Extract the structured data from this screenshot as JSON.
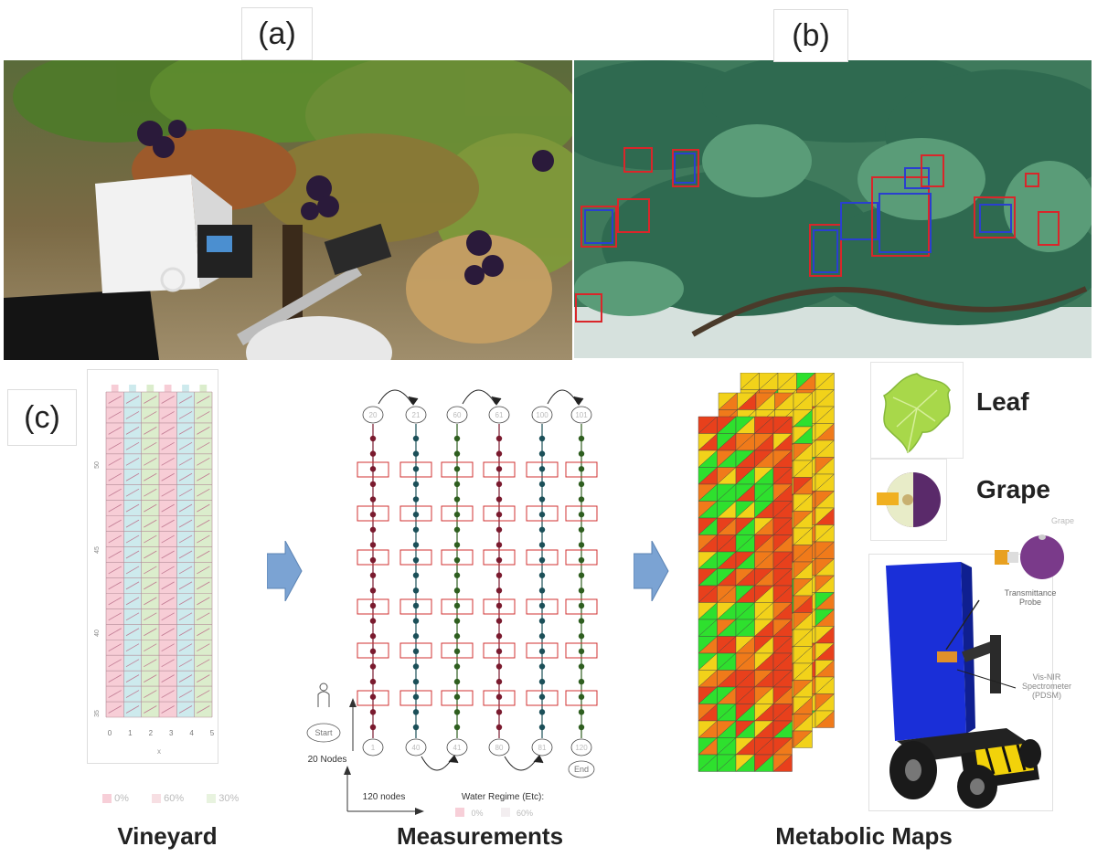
{
  "panels": {
    "a": "(a)",
    "b": "(b)",
    "c": "(c)"
  },
  "captions": {
    "vineyard": "Vineyard",
    "measurements": "Measurements",
    "metabolic": "Metabolic Maps"
  },
  "vineyard_plot": {
    "x_ticks": [
      "0",
      "1",
      "2",
      "3",
      "4",
      "5"
    ],
    "x_axis_label": "x",
    "y_ticks": [
      "50",
      "45",
      "40",
      "35"
    ],
    "legend": [
      "0%",
      "60%",
      "30%"
    ],
    "legend_colors": [
      "#f4a9b8",
      "#a8dde0",
      "#bfe3a8"
    ]
  },
  "measurements": {
    "top_nodes": [
      "20",
      "21",
      "60",
      "61",
      "100",
      "101"
    ],
    "bottom_nodes": [
      "1",
      "40",
      "41",
      "80",
      "81",
      "120"
    ],
    "row_colors": [
      "#7a1a2e",
      "#1b4f58",
      "#2e5e1f",
      "#7a1a2e",
      "#1b4f58",
      "#2e5e1f"
    ],
    "start_label": "Start",
    "end_label": "End",
    "nodes_label": "20 Nodes",
    "horiz_label": "120 nodes",
    "legend_title": "Water Regime (Etc):",
    "legend": [
      "0%",
      "60%"
    ]
  },
  "metabolic": {
    "leaf_label": "Leaf",
    "grape_label": "Grape",
    "robot_labels": {
      "grape": "Grape",
      "probe": "Transmittance Probe",
      "spectro": "Vis-NIR Spectrometer (PDSM)"
    },
    "colors": {
      "green": "#2ee02e",
      "yellow": "#f2d21a",
      "orange": "#f07a1a",
      "red": "#e8401c"
    }
  }
}
